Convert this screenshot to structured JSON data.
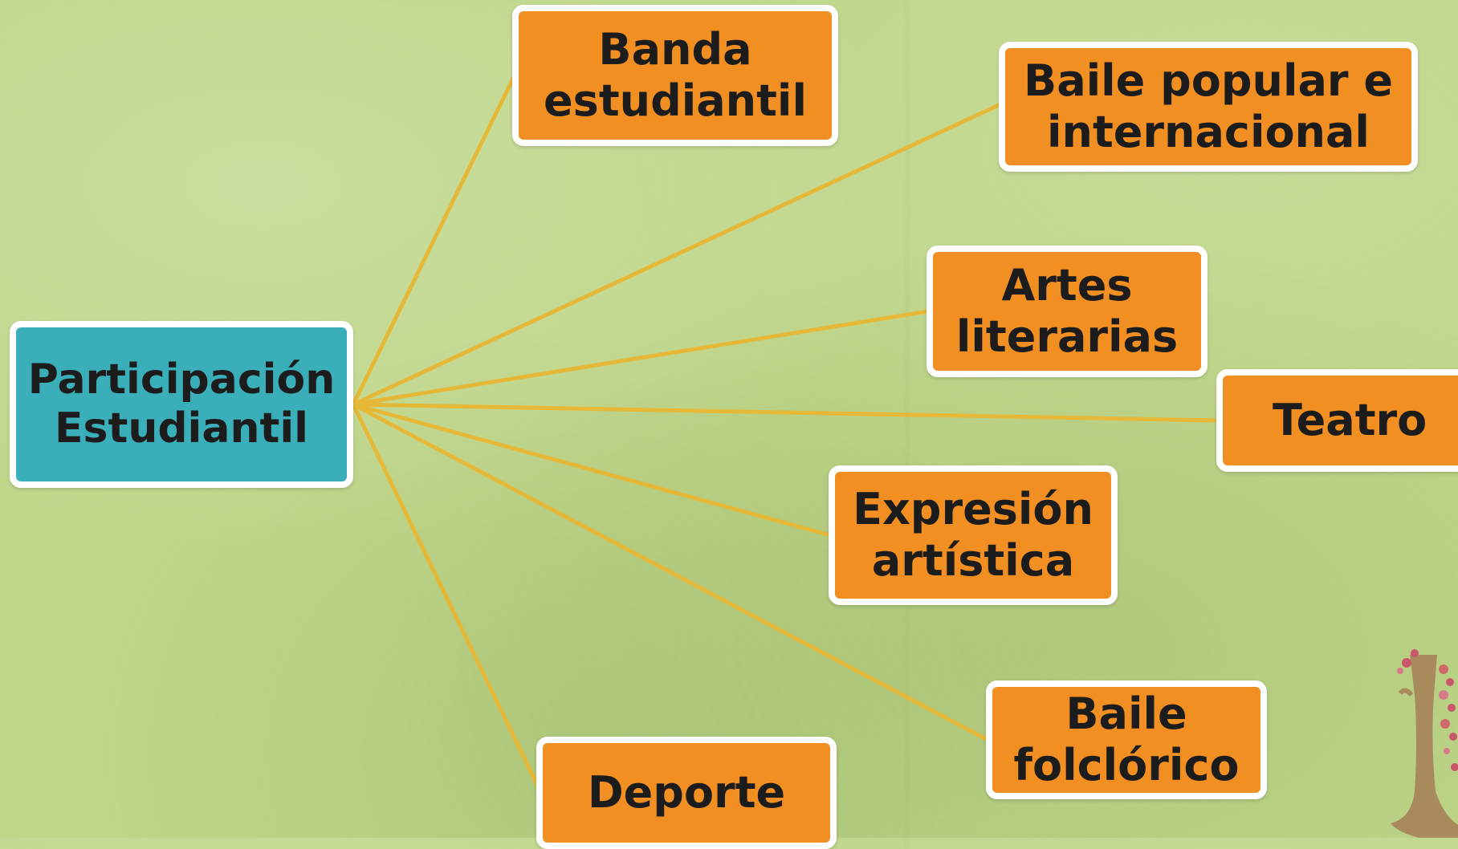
{
  "diagram": {
    "root": {
      "label_line1": "Participación",
      "label_line2": "Estudiantil"
    },
    "nodes": {
      "banda": {
        "line1": "Banda",
        "line2": "estudiantil"
      },
      "baile": {
        "line1": "Baile popular e",
        "line2": "internacional"
      },
      "artes": {
        "line1": "Artes",
        "line2": "literarias"
      },
      "teatro": {
        "line1": "Teatro"
      },
      "expr": {
        "line1": "Expresión",
        "line2": "artística"
      },
      "folk": {
        "line1": "Baile",
        "line2": "folclórico"
      },
      "deporte": {
        "line1": "Deporte"
      }
    }
  },
  "colors": {
    "background": "#bfd68a",
    "root_fill": "#3aafba",
    "node_fill": "#f28f23",
    "node_border": "#ffffff",
    "connector": "#e6b838",
    "text": "#1c1c1c"
  },
  "decoration": {
    "tree_icon": "tree-icon"
  }
}
